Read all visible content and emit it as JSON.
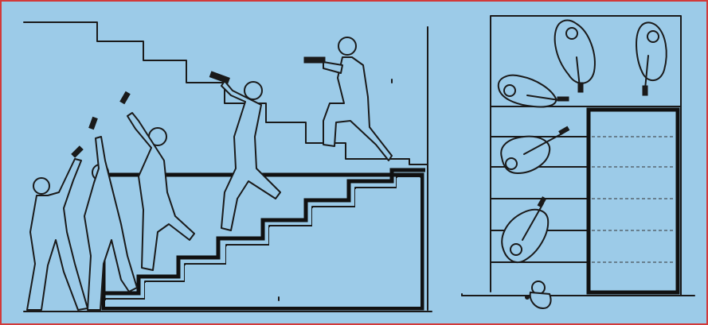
{
  "figure": {
    "panels": [
      {
        "id": "side-view",
        "subject": "stair-climb-side-view"
      },
      {
        "id": "top-view",
        "subject": "stair-climb-plan-view"
      }
    ],
    "colors": {
      "background": "#9ccbe8",
      "border": "#d23a3a",
      "ink": "#1a1a1a"
    }
  }
}
